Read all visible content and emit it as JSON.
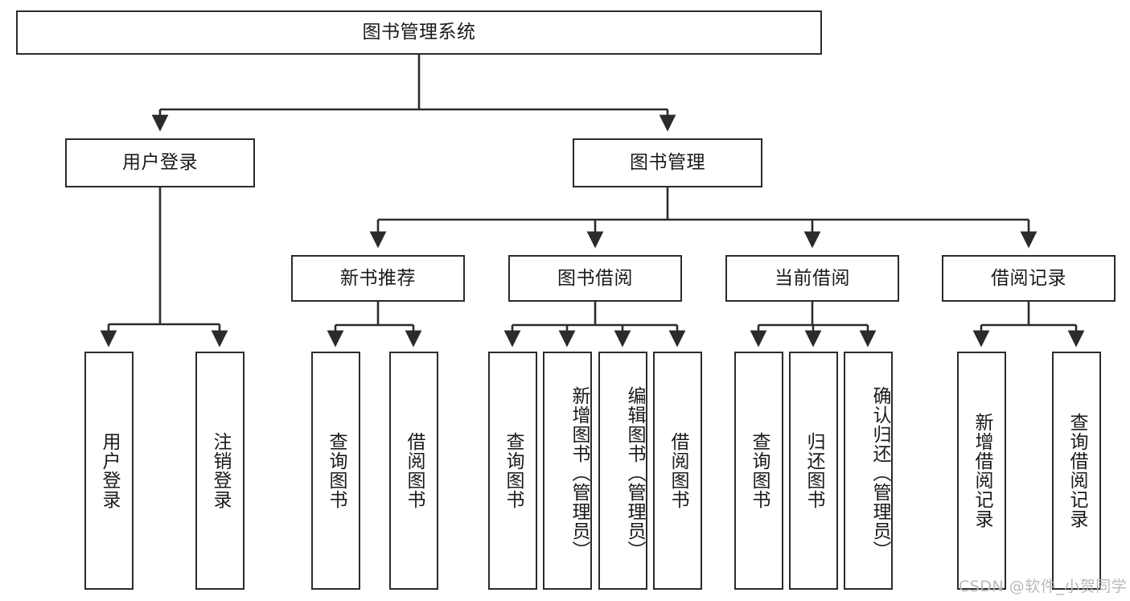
{
  "diagram": {
    "title": "图书管理系统",
    "type": "tree-hierarchy",
    "theme": {
      "background": "#ffffff",
      "node_border": "#2b2b2b",
      "node_fill": "#ffffff",
      "text": "#1a1a1a",
      "edge": "#2b2b2b",
      "watermark": "#b9b9b9"
    },
    "root": {
      "label": "图书管理系统"
    },
    "level2": [
      {
        "label": "用户登录"
      },
      {
        "label": "图书管理"
      }
    ],
    "level3": [
      {
        "label": "新书推荐"
      },
      {
        "label": "图书借阅"
      },
      {
        "label": "当前借阅"
      },
      {
        "label": "借阅记录"
      }
    ],
    "leaves_user_login": [
      {
        "label": "用户登录"
      },
      {
        "label": "注销登录"
      }
    ],
    "leaves_new_book": [
      {
        "label": "查询图书"
      },
      {
        "label": "借阅图书"
      }
    ],
    "leaves_borrow": [
      {
        "label": "查询图书"
      },
      {
        "label": "新增图书（管理员）"
      },
      {
        "label": "编辑图书（管理员）"
      },
      {
        "label": "借阅图书"
      }
    ],
    "leaves_current": [
      {
        "label": "查询图书"
      },
      {
        "label": "归还图书"
      },
      {
        "label": "确认归还（管理员）"
      }
    ],
    "leaves_records": [
      {
        "label": "新增借阅记录"
      },
      {
        "label": "查询借阅记录"
      }
    ],
    "watermark": "CSDN @软件_小贺同学"
  }
}
